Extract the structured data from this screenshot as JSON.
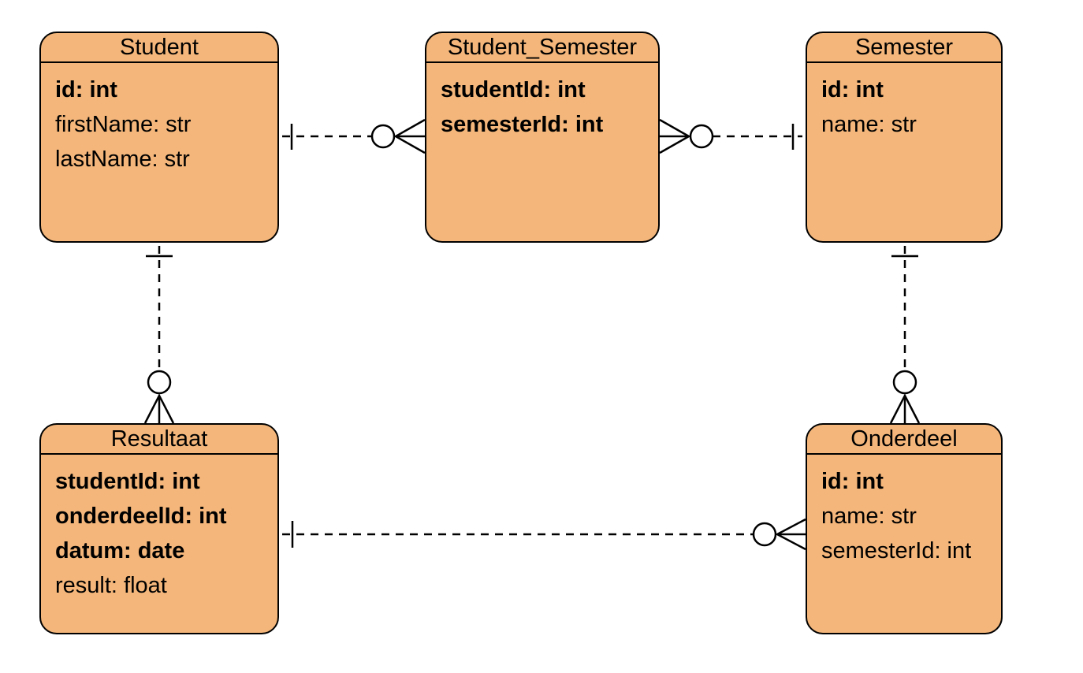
{
  "entities": [
    {
      "id": "e-student",
      "title": "Student",
      "attributes": [
        {
          "text": "id: int",
          "key": true
        },
        {
          "text": "firstName: str",
          "key": false
        },
        {
          "text": "lastName: str",
          "key": false
        }
      ]
    },
    {
      "id": "e-student-semester",
      "title": "Student_Semester",
      "attributes": [
        {
          "text": "studentId: int",
          "key": true
        },
        {
          "text": "semesterId: int",
          "key": true
        }
      ]
    },
    {
      "id": "e-semester",
      "title": "Semester",
      "attributes": [
        {
          "text": "id: int",
          "key": true
        },
        {
          "text": "name: str",
          "key": false
        }
      ]
    },
    {
      "id": "e-resultaat",
      "title": "Resultaat",
      "attributes": [
        {
          "text": "studentId: int",
          "key": true
        },
        {
          "text": "onderdeelId: int",
          "key": true
        },
        {
          "text": "datum: date",
          "key": true
        },
        {
          "text": "result: float",
          "key": false
        }
      ]
    },
    {
      "id": "e-onderdeel",
      "title": "Onderdeel",
      "attributes": [
        {
          "text": "id: int",
          "key": true
        },
        {
          "text": "name: str",
          "key": false
        },
        {
          "text": "semesterId: int",
          "key": false
        }
      ]
    }
  ],
  "relationships": [
    {
      "from": "Student",
      "to": "Student_Semester",
      "from_cardinality": "one",
      "to_cardinality": "zero-or-many"
    },
    {
      "from": "Semester",
      "to": "Student_Semester",
      "from_cardinality": "one",
      "to_cardinality": "zero-or-many"
    },
    {
      "from": "Student",
      "to": "Resultaat",
      "from_cardinality": "one",
      "to_cardinality": "zero-or-many"
    },
    {
      "from": "Semester",
      "to": "Onderdeel",
      "from_cardinality": "one",
      "to_cardinality": "zero-or-many"
    },
    {
      "from": "Resultaat",
      "to": "Onderdeel",
      "from_cardinality": "one",
      "to_cardinality": "zero-or-many"
    }
  ],
  "colors": {
    "entity_fill": "#f4b67a",
    "stroke": "#000000",
    "background": "#ffffff"
  }
}
